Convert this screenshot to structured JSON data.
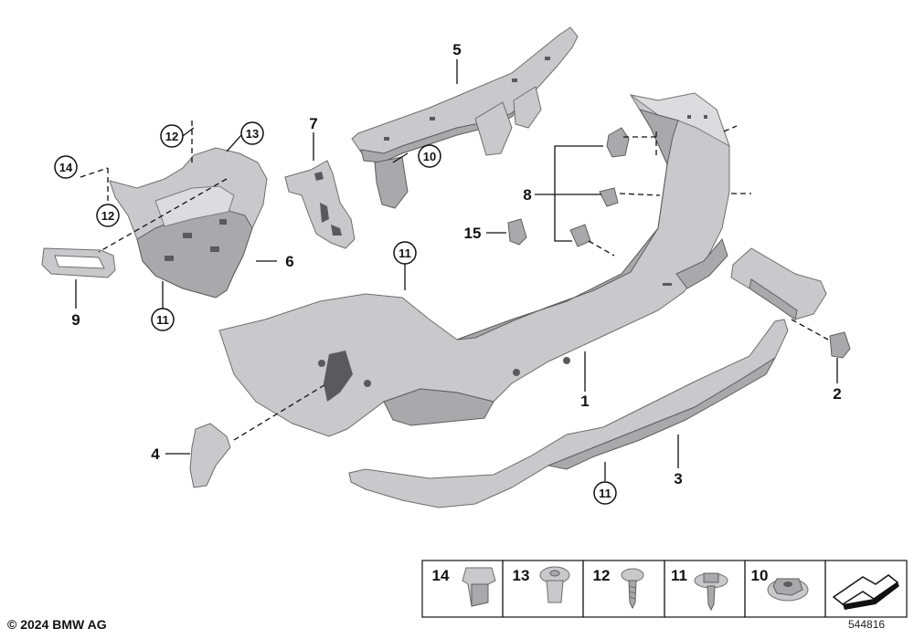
{
  "callouts": {
    "c1": "1",
    "c2": "2",
    "c3": "3",
    "c4": "4",
    "c5": "5",
    "c6": "6",
    "c7": "7",
    "c8": "8",
    "c9": "9",
    "c10": "10",
    "c11a": "11",
    "c11b": "11",
    "c11c": "11",
    "c12a": "12",
    "c12b": "12",
    "c13": "13",
    "c14": "14",
    "c15": "15"
  },
  "legend": {
    "items": [
      {
        "label": "14",
        "icon": "clip-nut-icon"
      },
      {
        "label": "13",
        "icon": "expanding-rivet-icon"
      },
      {
        "label": "12",
        "icon": "screw-icon"
      },
      {
        "label": "11",
        "icon": "collar-screw-icon"
      },
      {
        "label": "10",
        "icon": "hex-nut-icon"
      },
      {
        "label": "",
        "icon": "shim-icon"
      }
    ]
  },
  "footer": {
    "copyright": "© 2024 BMW AG",
    "diagram_number": "544816"
  },
  "colors": {
    "part_fill": "#c9c9cb",
    "part_edge": "#6d6d70",
    "line": "#111111"
  }
}
